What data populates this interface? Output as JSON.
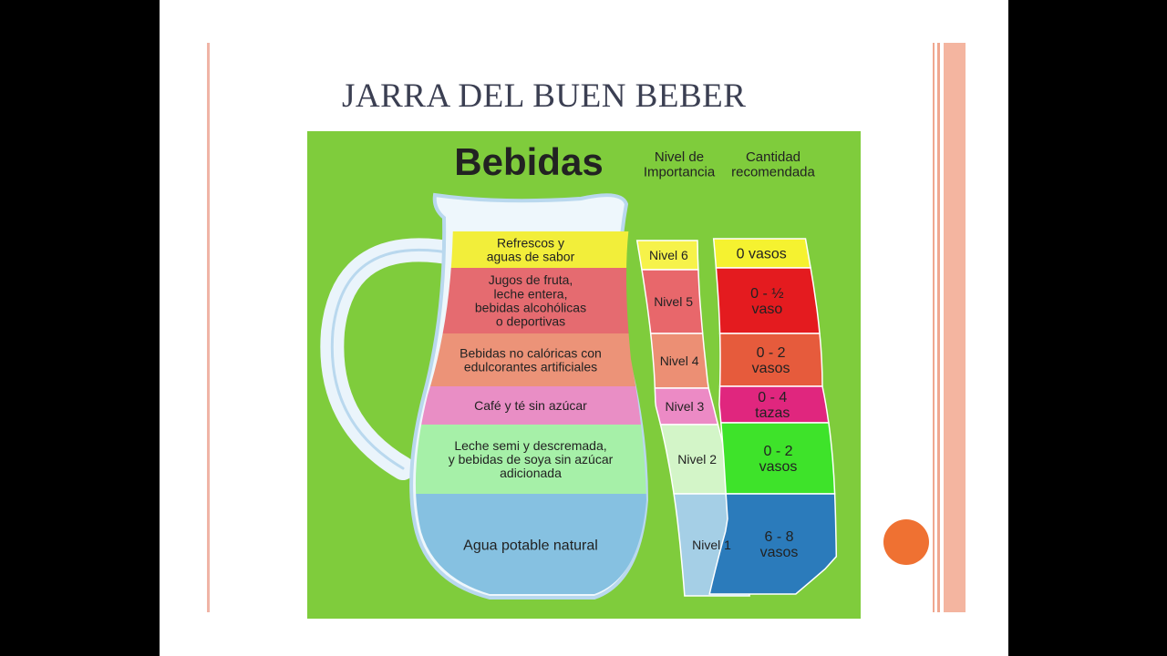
{
  "slide": {
    "title": "JARRA DEL BUEN BEBER"
  },
  "infographic": {
    "heading": "Bebidas",
    "col_nivel_header": [
      "Nivel de",
      "Importancia"
    ],
    "col_cantidad_header": [
      "Cantidad",
      "recomendada"
    ],
    "levels": [
      {
        "beverage": [
          "Refrescos y",
          "aguas de sabor"
        ],
        "nivel": "Nivel 6",
        "cantidad": [
          "0 vasos"
        ]
      },
      {
        "beverage": [
          "Jugos de fruta,",
          "leche entera,",
          "bebidas alcohólicas",
          "o deportivas"
        ],
        "nivel": "Nivel 5",
        "cantidad": [
          "0 - ½",
          "vaso"
        ]
      },
      {
        "beverage": [
          "Bebidas no calóricas con",
          "edulcorantes artificiales"
        ],
        "nivel": "Nivel 4",
        "cantidad": [
          "0 - 2",
          "vasos"
        ]
      },
      {
        "beverage": [
          "Café y té sin azúcar"
        ],
        "nivel": "Nivel 3",
        "cantidad": [
          "0 - 4",
          "tazas"
        ]
      },
      {
        "beverage": [
          "Leche semi y descremada,",
          "y bebidas de soya sin azúcar",
          "adicionada"
        ],
        "nivel": "Nivel 2",
        "cantidad": [
          "0 - 2",
          "vasos"
        ]
      },
      {
        "beverage": [
          "Agua potable natural"
        ],
        "nivel": "Nivel 1",
        "cantidad": [
          "6 - 8",
          "vasos"
        ]
      }
    ],
    "colors": {
      "background": "#7fcc3c",
      "jug_layers": [
        "#f2ee3a",
        "#e56b70",
        "#ec9378",
        "#e98ec5",
        "#a6f0a8",
        "#86c1e1"
      ],
      "nivel_bands": [
        "#f6f24a",
        "#e8676b",
        "#ec8f74",
        "#ec8ac5",
        "#d3f5c8",
        "#a5cfe6"
      ],
      "cantidad_bands": [
        "#f5f230",
        "#e41b1f",
        "#e65b3c",
        "#e0267e",
        "#3ee32a",
        "#2b7bbb"
      ]
    }
  }
}
